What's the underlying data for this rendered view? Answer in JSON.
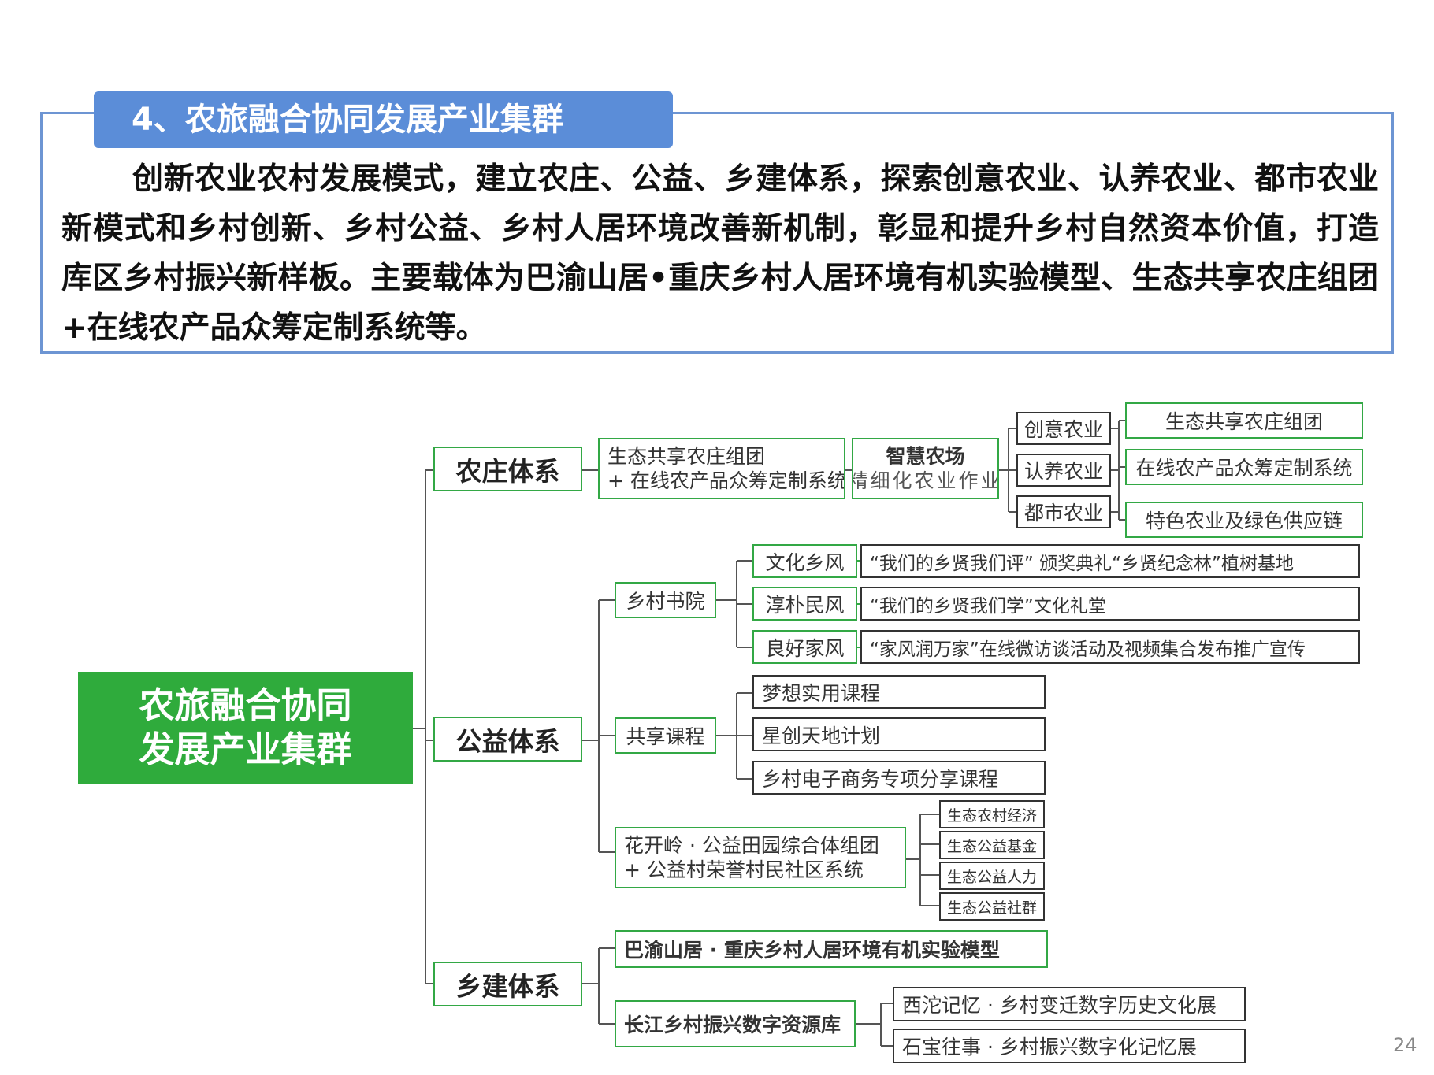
{
  "header": {
    "title": "4、农旅融合协同发展产业集群",
    "intro": "创新农业农村发展模式，建立农庄、公益、乡建体系，探索创意农业、认养农业、都市农业新模式和乡村创新、乡村公益、乡村人居环境改善新机制，彰显和提升乡村自然资本价值，打造库区乡村振兴新样板。主要载体为巴渝山居•重庆乡村人居环境有机实验模型、生态共享农庄组团+在线农产品众筹定制系统等。"
  },
  "diagram": {
    "root": "农旅融合协同发展产业集群",
    "farm": {
      "label": "农庄体系",
      "group": [
        "生态共享农庄组团",
        "+ 在线农产品众筹定制系统"
      ],
      "smart": {
        "title": "智慧农场",
        "sub": "精细化农业作业"
      },
      "types": [
        "创意农业",
        "认养农业",
        "都市农业"
      ],
      "outputs": [
        "生态共享农庄组团",
        "在线农产品众筹定制系统",
        "特色农业及绿色供应链"
      ]
    },
    "welfare": {
      "label": "公益体系",
      "academy": {
        "label": "乡村书院",
        "items": [
          {
            "name": "文化乡风",
            "detail": "“我们的乡贤我们评” 颁奖典礼“乡贤纪念林”植树基地"
          },
          {
            "name": "淳朴民风",
            "detail": "“我们的乡贤我们学”文化礼堂"
          },
          {
            "name": "良好家风",
            "detail": "“家风润万家”在线微访谈活动及视频集合发布推广宣传"
          }
        ]
      },
      "courses": {
        "label": "共享课程",
        "items": [
          "梦想实用课程",
          "星创天地计划",
          "乡村电子商务专项分享课程"
        ]
      },
      "huakailing": {
        "lines": [
          "花开岭 · 公益田园综合体组团",
          "+ 公益村荣誉村民社区系统"
        ],
        "items": [
          "生态农村经济",
          "生态公益基金",
          "生态公益人力",
          "生态公益社群"
        ]
      }
    },
    "rural": {
      "label": "乡建体系",
      "model": "巴渝山居 · 重庆乡村人居环境有机实验模型",
      "archive": {
        "label": "长江乡村振兴数字资源库",
        "items": [
          "西沱记忆 · 乡村变迁数字历史文化展",
          "石宝往事 · 乡村振兴数字化记忆展"
        ]
      }
    }
  },
  "page_number": "24"
}
